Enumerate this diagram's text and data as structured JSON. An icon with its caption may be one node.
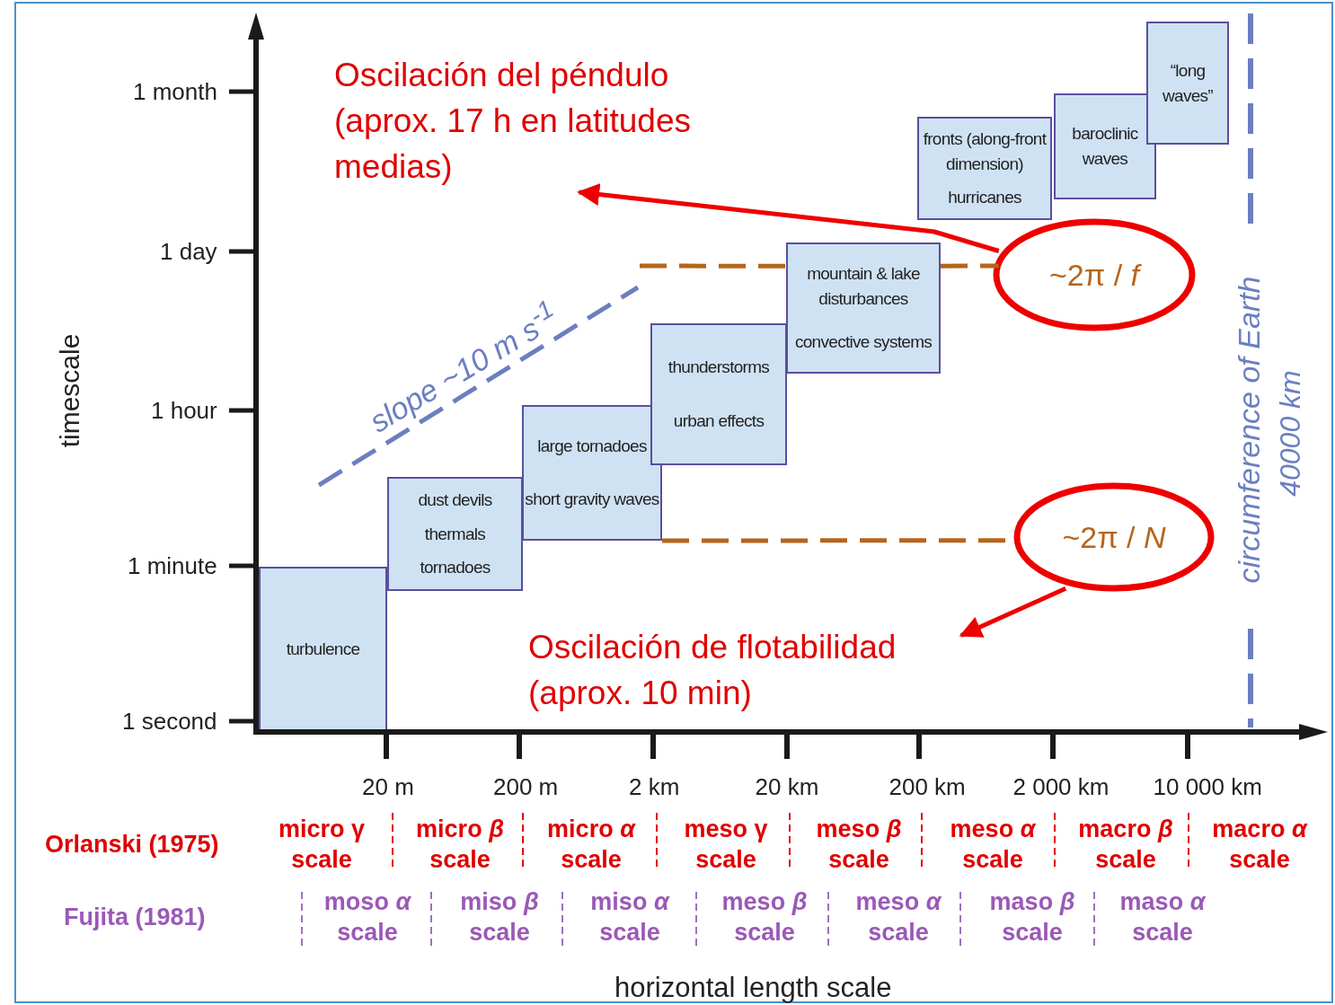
{
  "diagram": {
    "nodes": [
      {
        "text": [
          "turbulence"
        ]
      },
      {
        "text": [
          "dust devils",
          "thermals",
          "tornadoes"
        ]
      },
      {
        "text": [
          "large tornadoes",
          "short gravity waves"
        ]
      },
      {
        "text": [
          "thunderstorms",
          "urban effects"
        ]
      },
      {
        "text": [
          "mountain & lake disturbances",
          "convective systems"
        ]
      },
      {
        "text": [
          "fronts (along-front dimension)",
          "hurricanes"
        ]
      },
      {
        "text": [
          "baroclinic waves"
        ]
      },
      {
        "text": [
          "“long waves”"
        ]
      },
      {
        "text": [
          "~2π / *f*"
        ]
      },
      {
        "text": [
          "~2π / *N*"
        ]
      },
      {
        "text": [
          "Oscilación del péndulo (aprox. 17 h en latitudes medias)"
        ]
      },
      {
        "text": [
          "Oscilación de flotabilidad (aprox. 10 min)"
        ]
      }
    ],
    "edges": [
      {
        "from": 8,
        "to": 10,
        "arrow": "to",
        "color": "#ee0000"
      },
      {
        "from": 9,
        "to": 11,
        "arrow": "to",
        "color": "#ee0000"
      },
      {
        "from": null,
        "to": 4,
        "arrow": "none",
        "style": "dashed",
        "color": "#b5651d"
      },
      {
        "from": 4,
        "to": 8,
        "arrow": "none",
        "style": "dashed",
        "color": "#b5651d"
      },
      {
        "from": 2,
        "to": 9,
        "arrow": "none",
        "style": "dashed",
        "color": "#b5651d"
      }
    ],
    "labels": [
      "1 month",
      "1 day",
      "1 hour",
      "1 minute",
      "1 second",
      "timescale",
      "slope ~10 m s$^{-1}$",
      "20 m",
      "200 m",
      "2 km",
      "20 km",
      "200 km",
      "2 000 km",
      "10 000 km",
      "Orlanski (1975)",
      "micro γ scale",
      "micro *β* scale",
      "micro *α* scale",
      "meso γ scale",
      "meso *β* scale",
      "meso *α* scale",
      "macro *β* scale",
      "macro *α* scale",
      "Fujita (1981)",
      "moso *α* scale",
      "miso *β* scale",
      "miso *α* scale",
      "meso *β* scale",
      "meso *α* scale",
      "maso *β* scale",
      "maso *α* scale",
      "horizontal length scale",
      "circumference of Earth",
      "40000 km"
    ]
  }
}
